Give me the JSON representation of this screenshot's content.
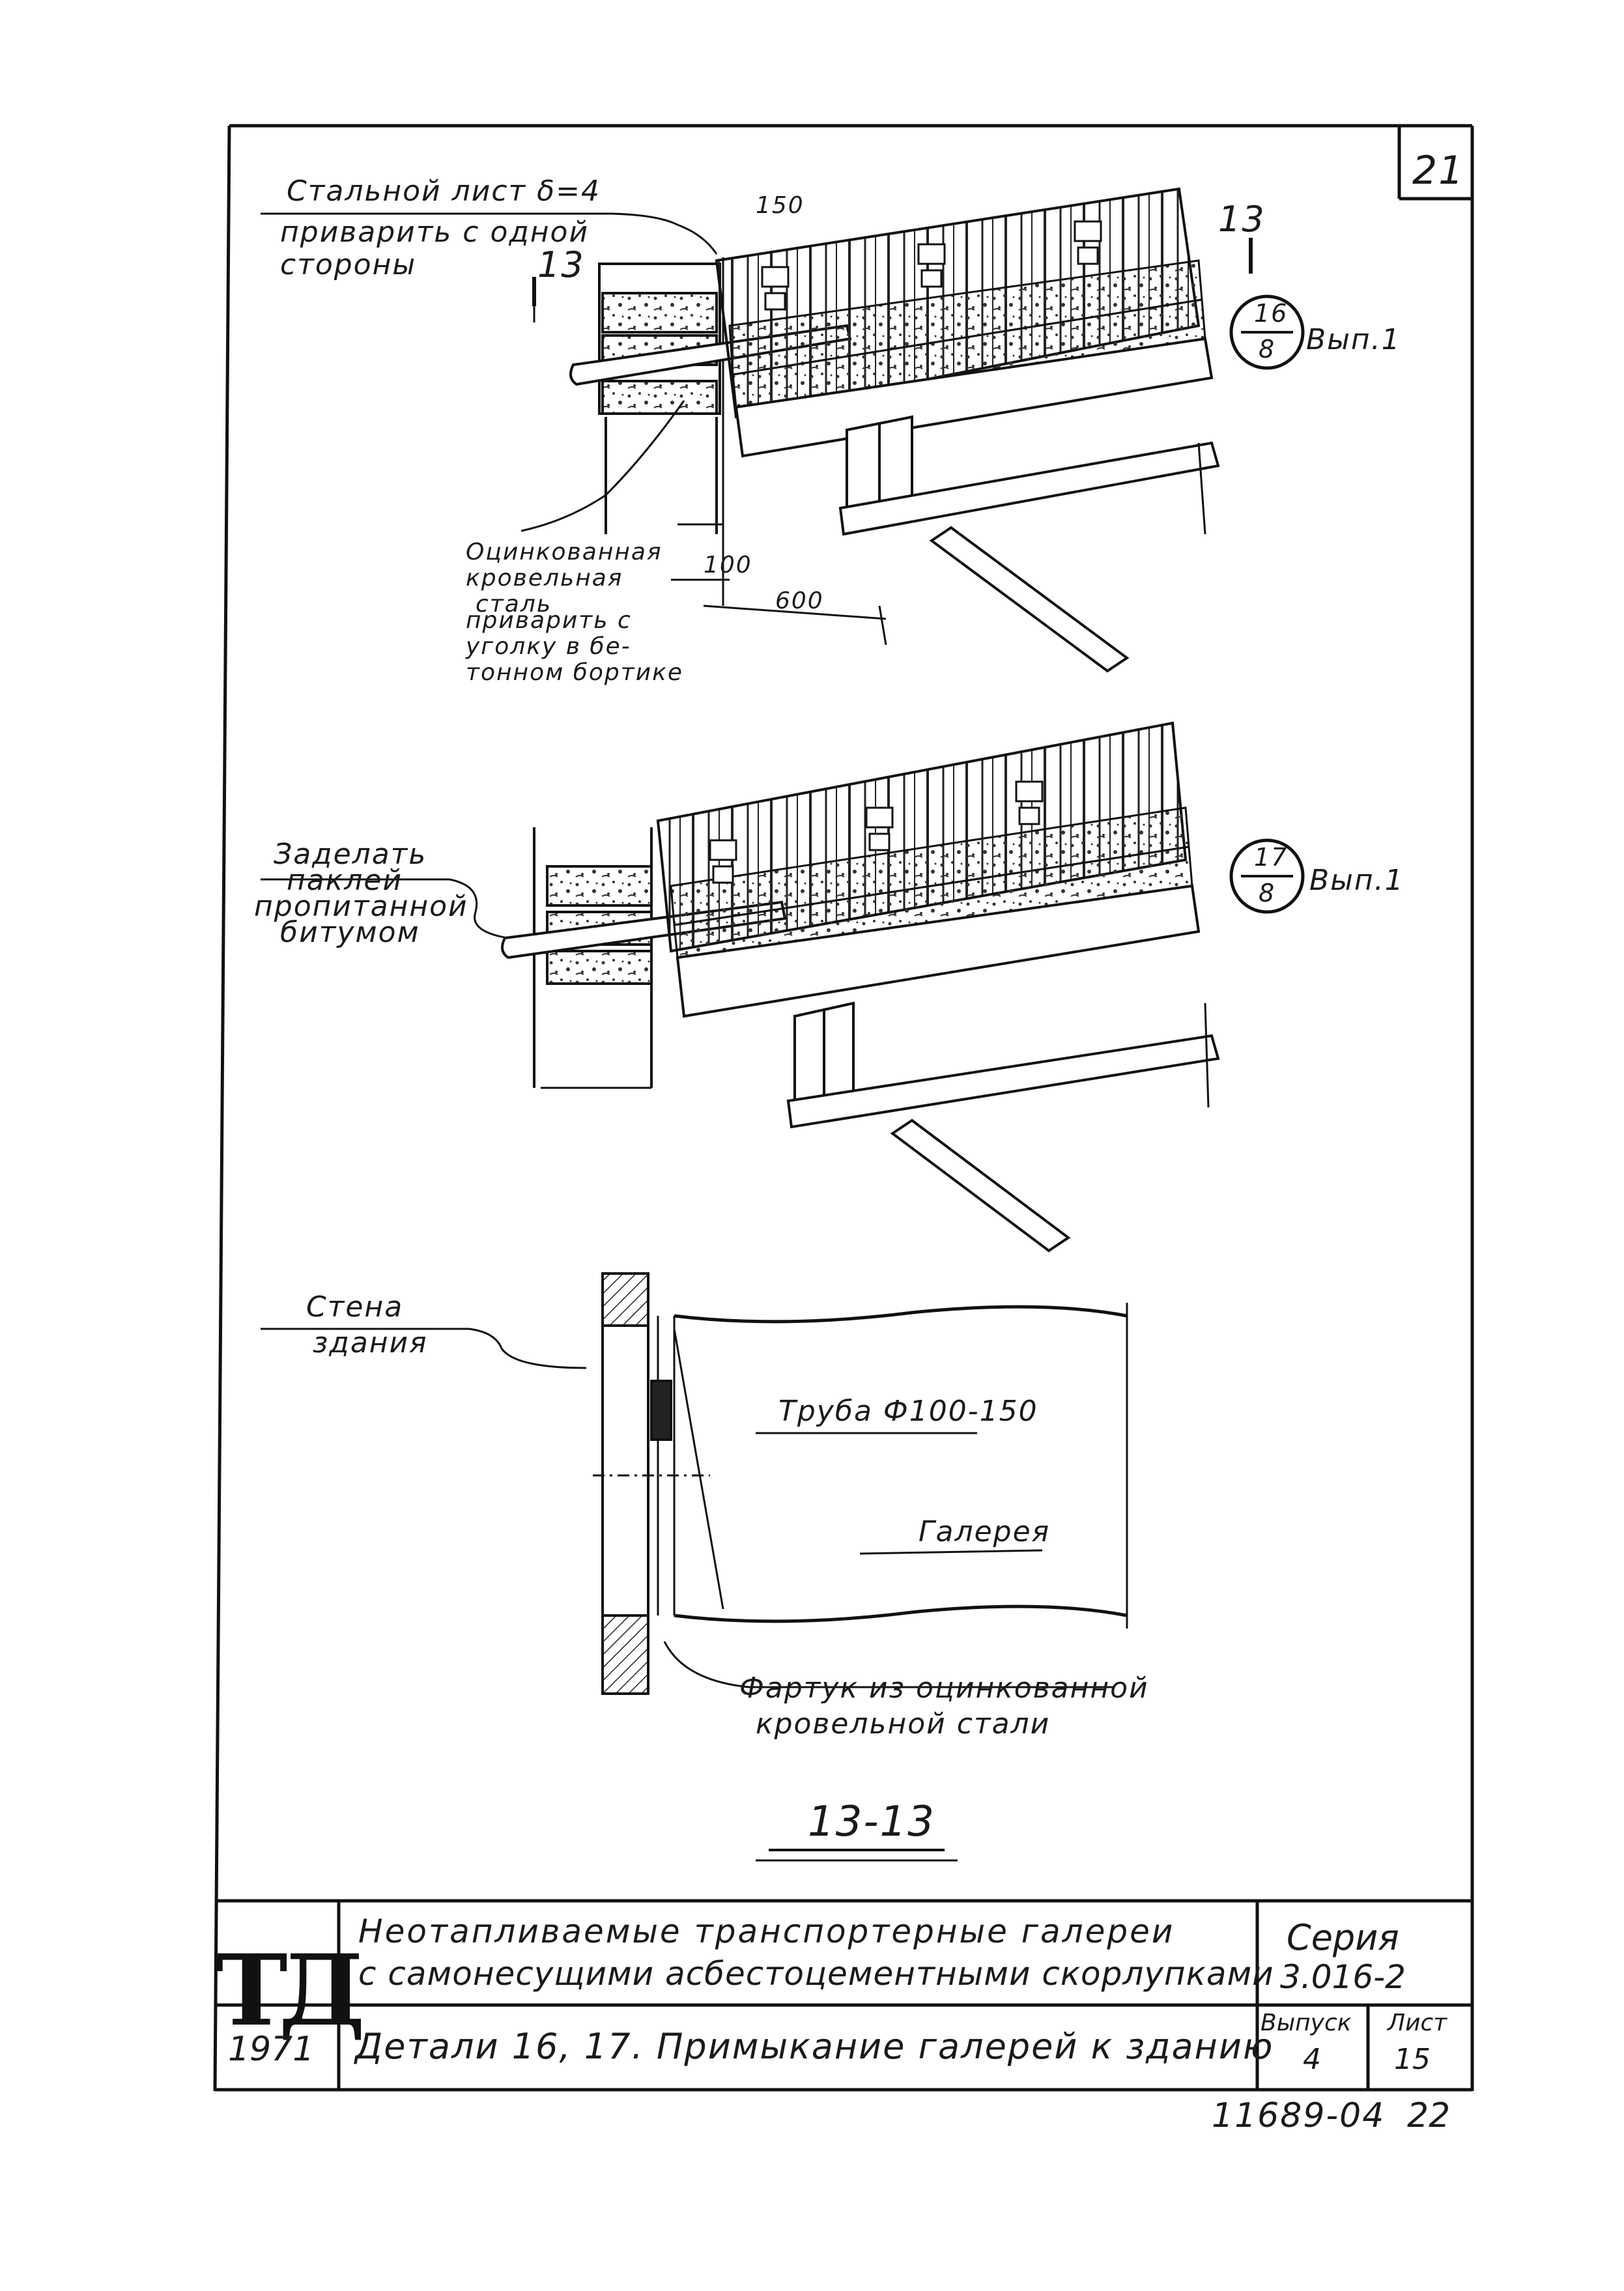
{
  "sheet_number": "21",
  "detail_16": {
    "callout_top": "16",
    "callout_bottom": "8",
    "callout_suffix": "Вып.1",
    "section_mark_left": "13",
    "section_mark_right": "13",
    "dim_150": "150",
    "dim_100": "100",
    "dim_600": "600",
    "note_steel_sheet": [
      "Стальной лист δ=4",
      "приварить с одной",
      "стороны"
    ],
    "note_roof_steel": [
      "Оцинкованная",
      "кровельная",
      "сталь",
      "приварить с",
      "уголку в бе-",
      "тонном бортике"
    ]
  },
  "detail_17": {
    "callout_top": "17",
    "callout_bottom": "8",
    "callout_suffix": "Вып.1",
    "note_seal": [
      "Заделать",
      "паклей",
      "пропитанной",
      "битумом"
    ]
  },
  "section_13": {
    "note_wall": [
      "Стена",
      "здания"
    ],
    "note_pipe": "Труба Ф100-150",
    "note_gallery": "Галерея",
    "note_apron": [
      "Фартук из оцинкованной",
      "кровельной стали"
    ],
    "section_title": "13-13"
  },
  "title_block": {
    "logo": "ТД",
    "year": "1971",
    "title_line1": "Неотапливаемые транспортерные галереи",
    "title_line2": "с самонесущими асбестоцементными скорлупками",
    "subtitle": "Детали 16, 17. Примыкание галерей к зданию",
    "series_label": "Серия",
    "series_value": "3.016-2",
    "issue_label": "Выпуск",
    "issue_value": "4",
    "sheet_label": "Лист",
    "sheet_value": "15",
    "doc_number": "11689-04",
    "page_number": "22"
  }
}
